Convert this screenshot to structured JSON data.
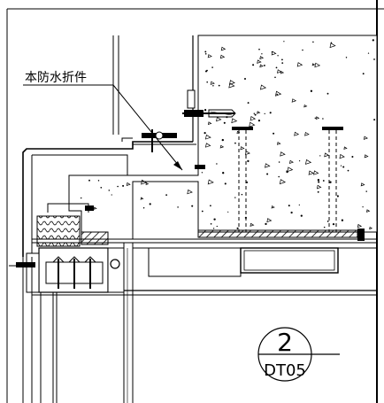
{
  "labels": {
    "callout": "本防水折件"
  },
  "detail_marker": {
    "number": "2",
    "sheet": "DT05"
  },
  "colors": {
    "line": "#000000",
    "background": "#ffffff"
  }
}
